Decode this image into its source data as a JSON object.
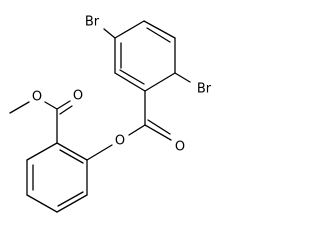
{
  "structure": {
    "atom_labels": {
      "br_top": "Br",
      "br_right": "Br",
      "o_ester_methyl": "O",
      "o_carbonyl_methyl": "O",
      "o_phenyl_ester": "O",
      "o_carbonyl_benzoyl": "O"
    }
  },
  "colors": {
    "bond": "#000000",
    "label": "#000000",
    "background": "#ffffff"
  }
}
